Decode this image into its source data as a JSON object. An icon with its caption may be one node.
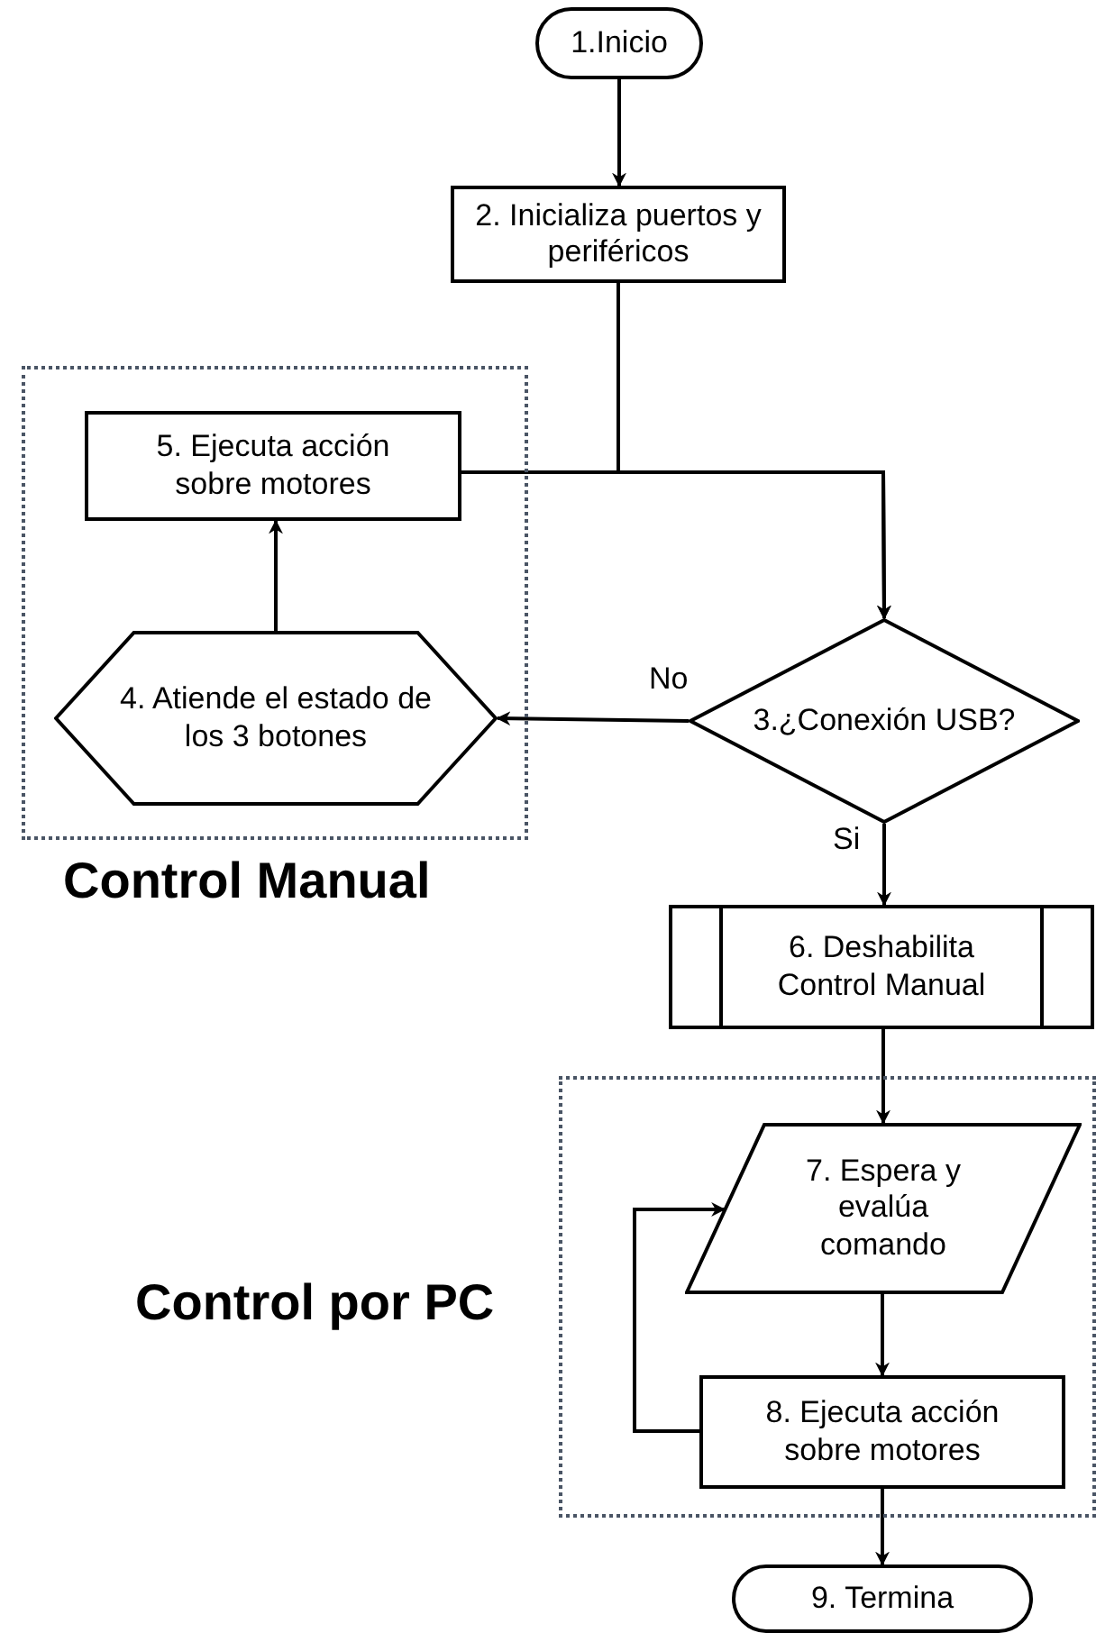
{
  "diagram": {
    "nodes": [
      {
        "text": [
          "1.Inicio"
        ]
      },
      {
        "text": [
          "2. Inicializa puertos y periféricos"
        ]
      },
      {
        "text": [
          "Control Manual"
        ]
      },
      {
        "text": [
          "5. Ejecuta acción sobre motores"
        ],
        "in": 2
      },
      {
        "text": [
          "4. Atiende el estado de los 3 botones"
        ],
        "in": 2
      },
      {
        "text": [
          "3.¿Conexión USB?"
        ]
      },
      {
        "text": [
          "6. Deshabilita Control Manual"
        ]
      },
      {
        "text": [
          "Control por PC"
        ]
      },
      {
        "text": [
          "7. Espera y evalúa comando"
        ],
        "in": 7
      },
      {
        "text": [
          "8. Ejecuta acción sobre motores"
        ],
        "in": 7
      },
      {
        "text": [
          "9. Termina"
        ]
      }
    ],
    "edges": [
      {
        "from": 0,
        "to": 1,
        "arrow": "to"
      },
      {
        "from": 1,
        "to": 5,
        "arrow": "to"
      },
      {
        "from": 3,
        "to": 5,
        "arrow": "to"
      },
      {
        "from": 5,
        "to": 4,
        "arrow": "to",
        "label": "No"
      },
      {
        "from": 4,
        "to": 3,
        "arrow": "to"
      },
      {
        "from": 5,
        "to": 6,
        "arrow": "to",
        "label": "Si"
      },
      {
        "from": 6,
        "to": 8,
        "arrow": "to"
      },
      {
        "from": 8,
        "to": 9,
        "arrow": "to"
      },
      {
        "from": 9,
        "to": 8,
        "arrow": "to"
      },
      {
        "from": 9,
        "to": 10,
        "arrow": "to"
      }
    ]
  }
}
